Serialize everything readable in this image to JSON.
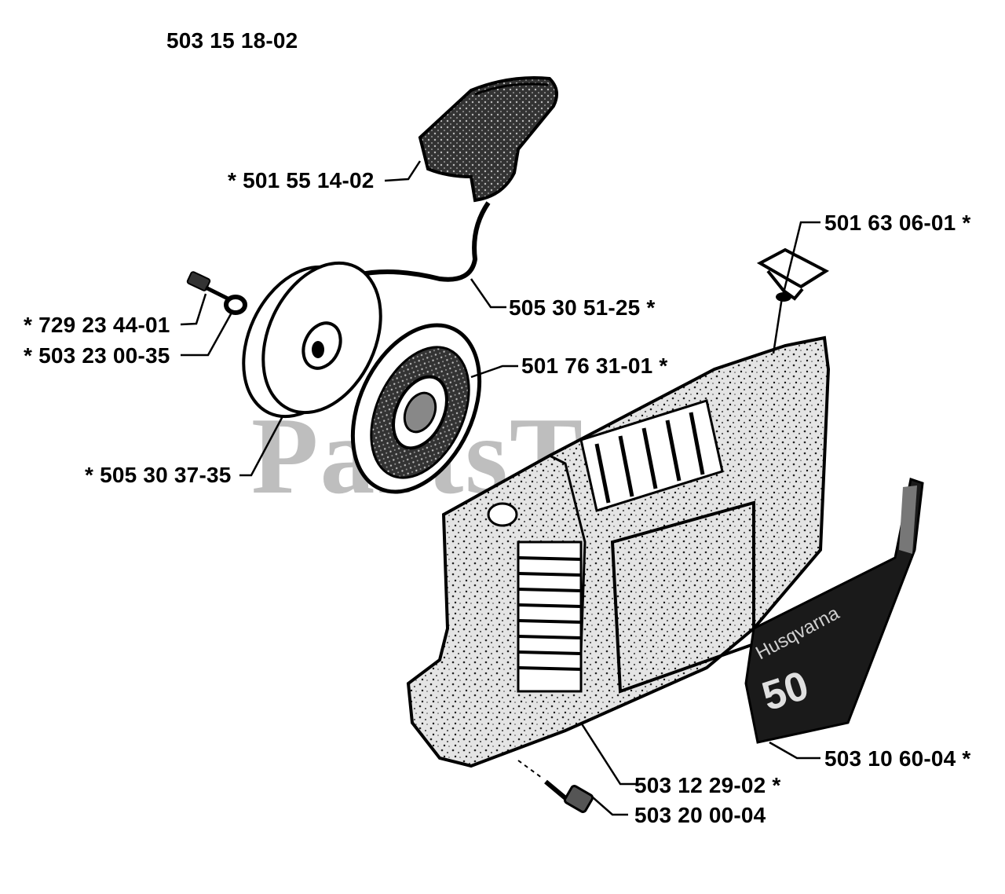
{
  "diagram": {
    "assembly_number": "503 15 18-02",
    "watermark": "PartsTree",
    "cover_badge_text": "Husqvarna",
    "cover_badge_number": "50",
    "parts": [
      {
        "id": "handle",
        "label": "* 501 55 14-02"
      },
      {
        "id": "cover-plug",
        "label": "501 63 06-01 *"
      },
      {
        "id": "screw",
        "label": "* 729 23 44-01"
      },
      {
        "id": "washer",
        "label": "* 503 23 00-35"
      },
      {
        "id": "rope",
        "label": "505 30 51-25 *"
      },
      {
        "id": "spring-cassette",
        "label": "501 76 31-01 *"
      },
      {
        "id": "pulley",
        "label": "* 505 30 37-35"
      },
      {
        "id": "decal",
        "label": "503 10 60-04 *"
      },
      {
        "id": "starter-cover",
        "label": "503 12 29-02 *"
      },
      {
        "id": "cover-screw",
        "label": "503 20 00-04"
      }
    ]
  }
}
